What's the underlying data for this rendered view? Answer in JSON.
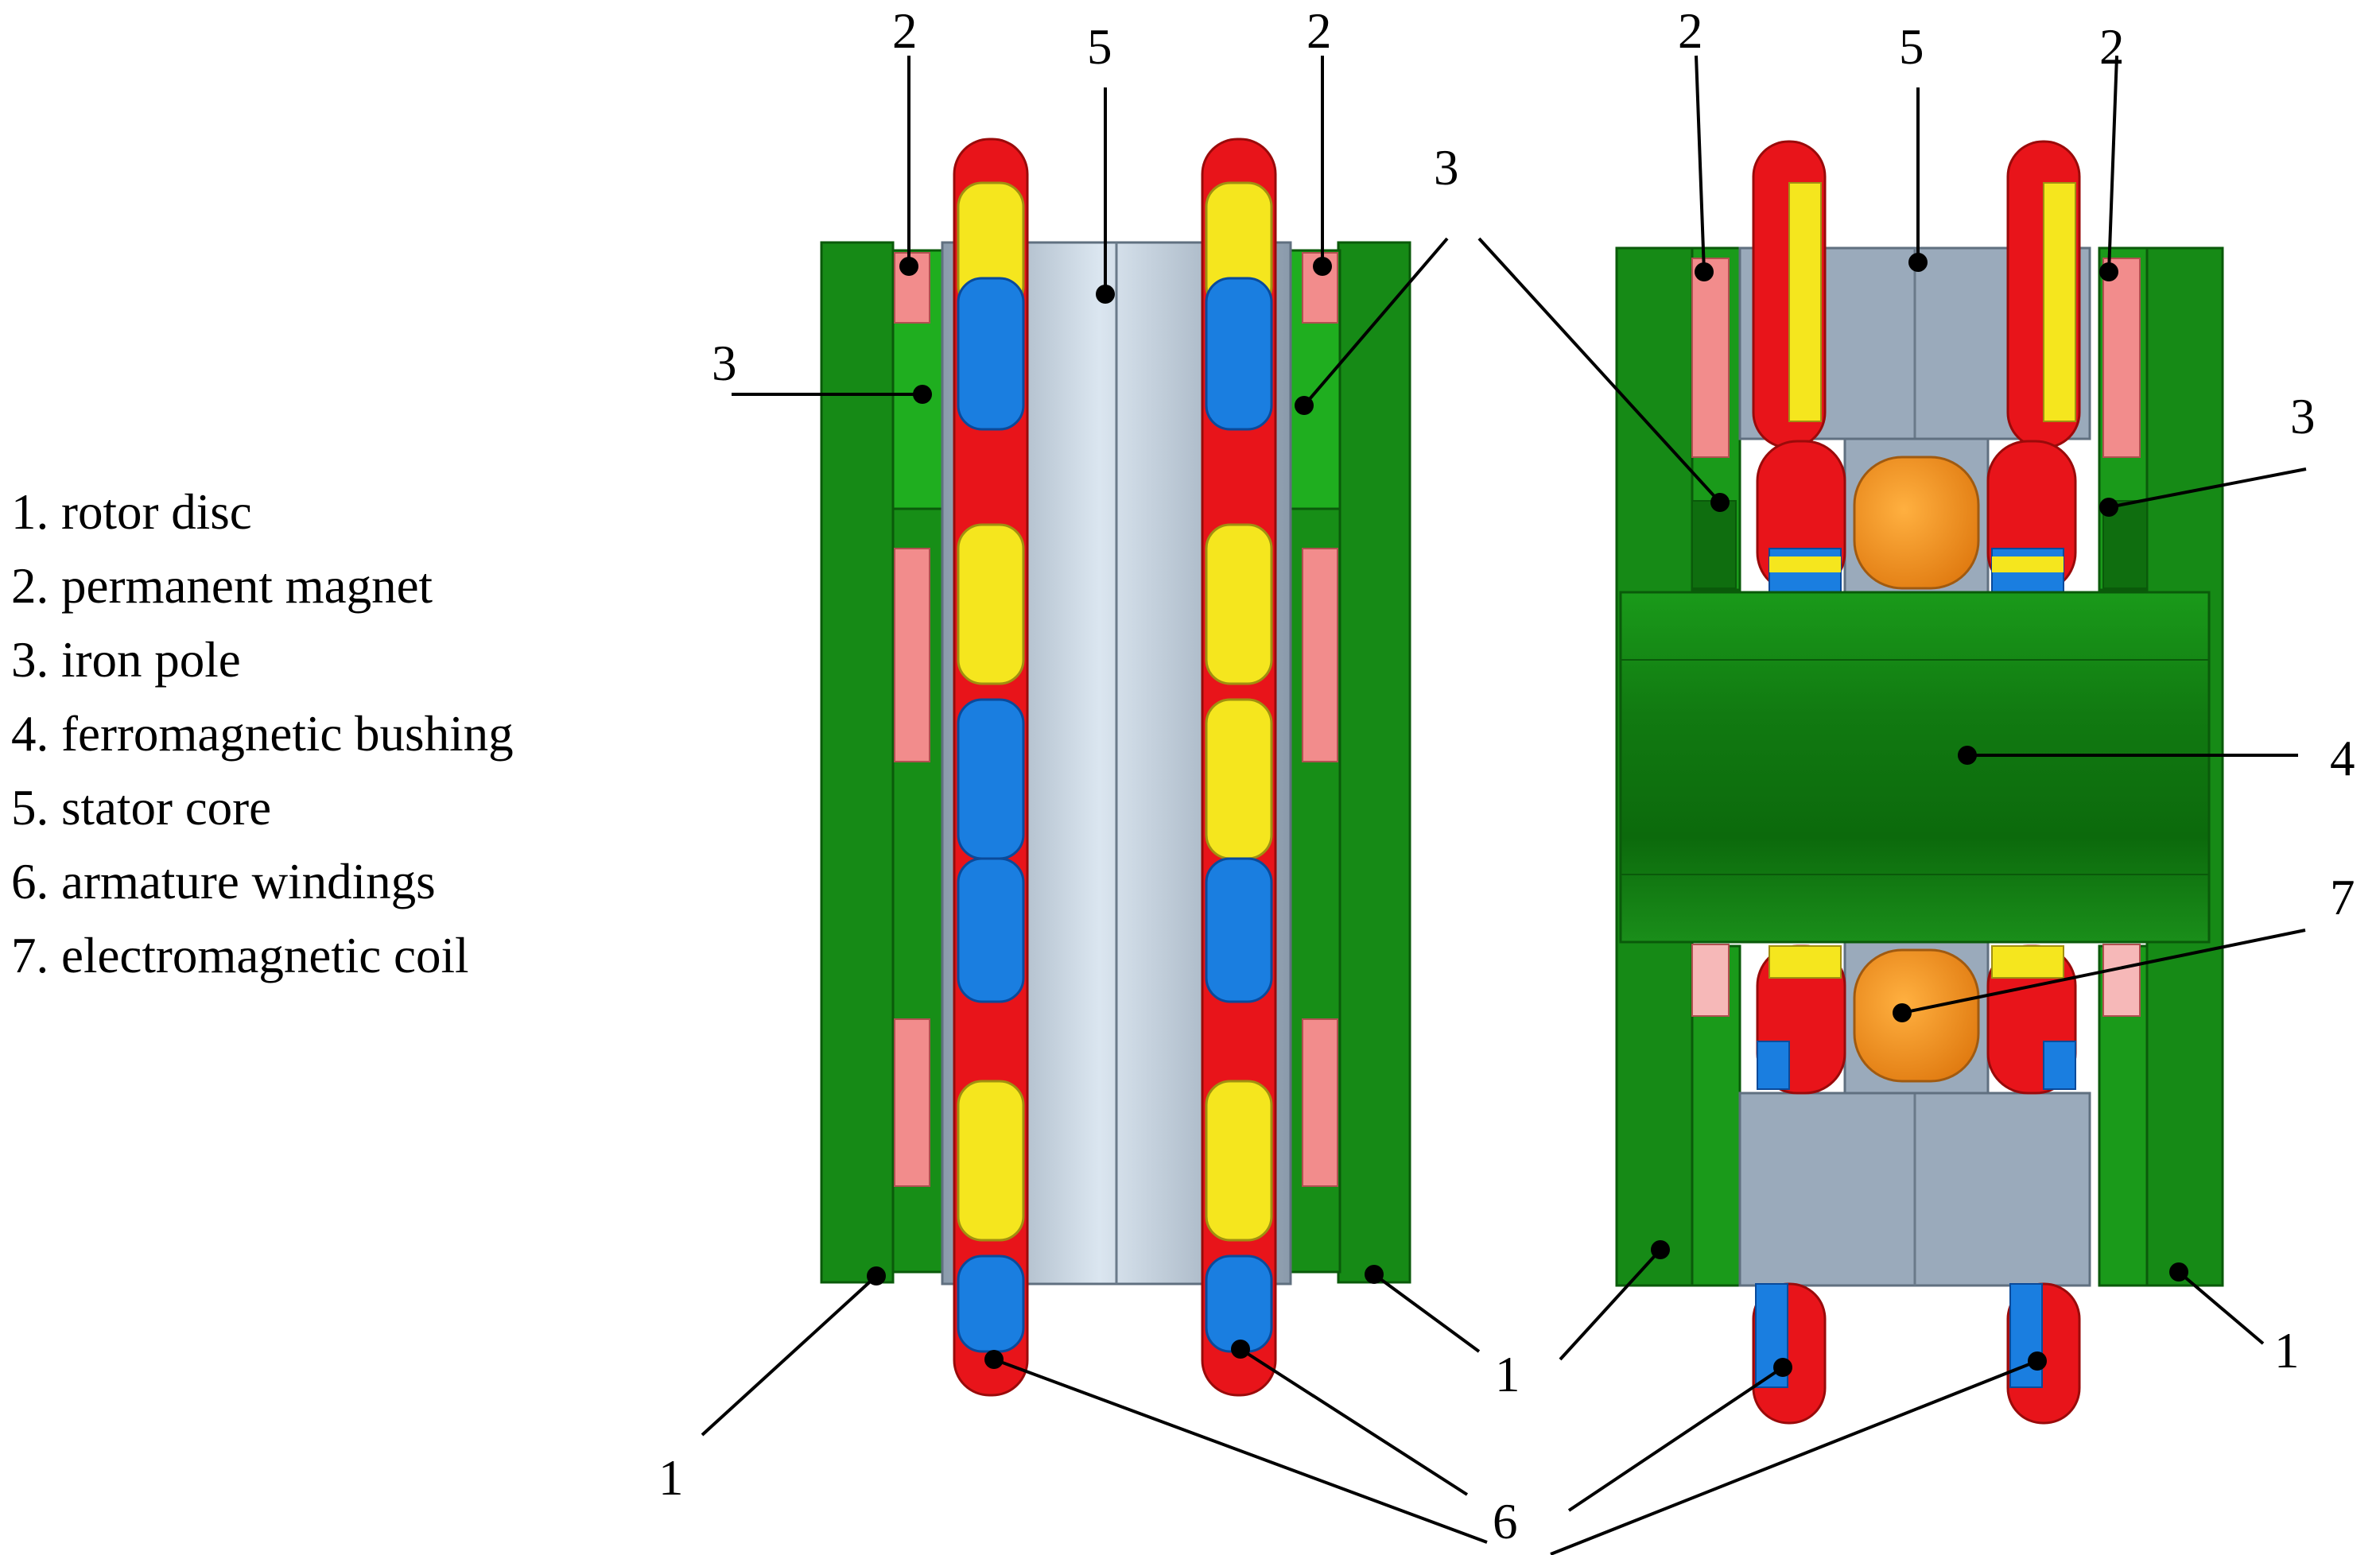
{
  "legend": [
    "1. rotor disc",
    "2. permanent magnet",
    "3. iron pole",
    "4. ferromagnetic bushing",
    "5. stator core",
    "6. armature windings",
    "7. electromagnetic coil"
  ],
  "callout_numbers": {
    "rotor_disc": "1",
    "permanent_magnet": "2",
    "iron_pole": "3",
    "bushing": "4",
    "stator_core": "5",
    "armature_windings": "6",
    "electromagnetic_coil": "7"
  },
  "colors": {
    "rotor_disc": "#168a16",
    "rotor_disc_light": "#20b020",
    "permanent_magnet": "#f28c8c",
    "stator_core": "#9aaabb",
    "winding_red": "#e8141a",
    "winding_yellow": "#f5e61e",
    "winding_blue": "#1a7ee0",
    "coil": "#f08a1a"
  }
}
